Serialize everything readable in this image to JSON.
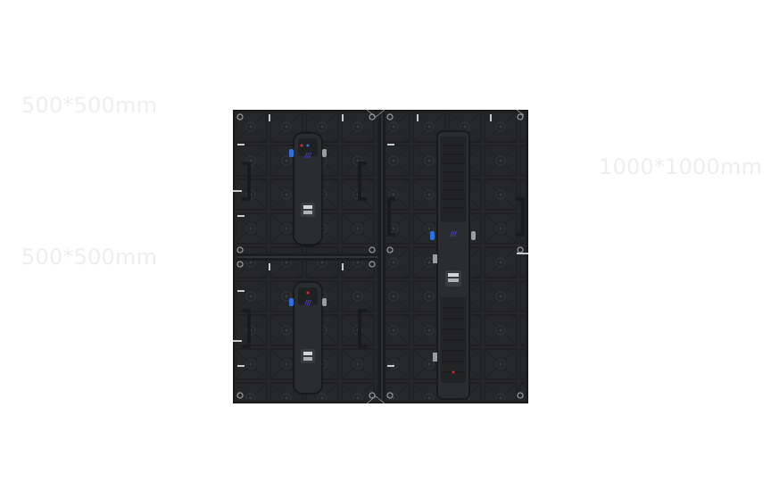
{
  "labels": {
    "top_module": "500*500mm",
    "bottom_module": "500*500mm",
    "large_module": "1000*1000mm"
  },
  "colors": {
    "background": "#ffffff",
    "cabinet": "#26272a",
    "cabinet_shade": "#1b1c1e",
    "label_text": "#eeeeee",
    "accent_blue": "#2f6fe0",
    "logo_blue": "#4a3ed0",
    "indicator_red": "#d92a2a"
  },
  "icons": {
    "logo": "brand-logo-icon",
    "mount_hole": "mount-hole-icon",
    "clip": "clip-icon"
  }
}
